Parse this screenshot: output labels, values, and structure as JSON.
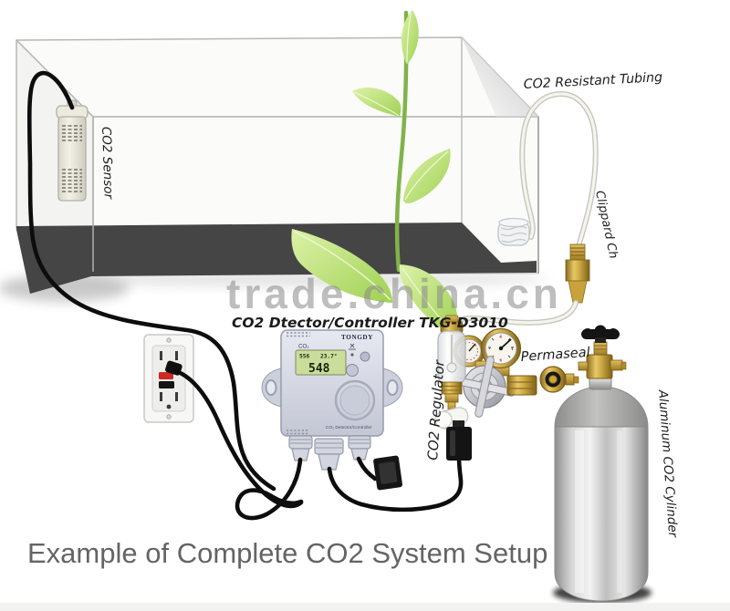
{
  "watermark": "trade.china.cn",
  "title": "Example of Complete CO2 System Setup",
  "labels": {
    "sensor": "CO2 Sensor",
    "tubing": "CO2 Resistant Tubing",
    "check_valve": "Clippard Ch",
    "detector": "CO2 Dtector/Controller TKG-D3010",
    "regulator": "CO2 Regulator",
    "permaseal": "Permaseal",
    "cylinder": "Aluminum CO2 Cylinder"
  },
  "controller": {
    "brand": "TONGDY",
    "gas_label": "CO₂",
    "lcd": {
      "ppm_small": "556",
      "temp": "23.7°",
      "ppm_main": "548"
    },
    "footer": "CO₂ Detector/Controller"
  },
  "colors": {
    "brass": "#c9a53e",
    "leaf": "#b5dc6e",
    "lcd_green": "#cfe0a0",
    "substrate": "#454545",
    "watermark_gray": "#8a8a8a"
  }
}
